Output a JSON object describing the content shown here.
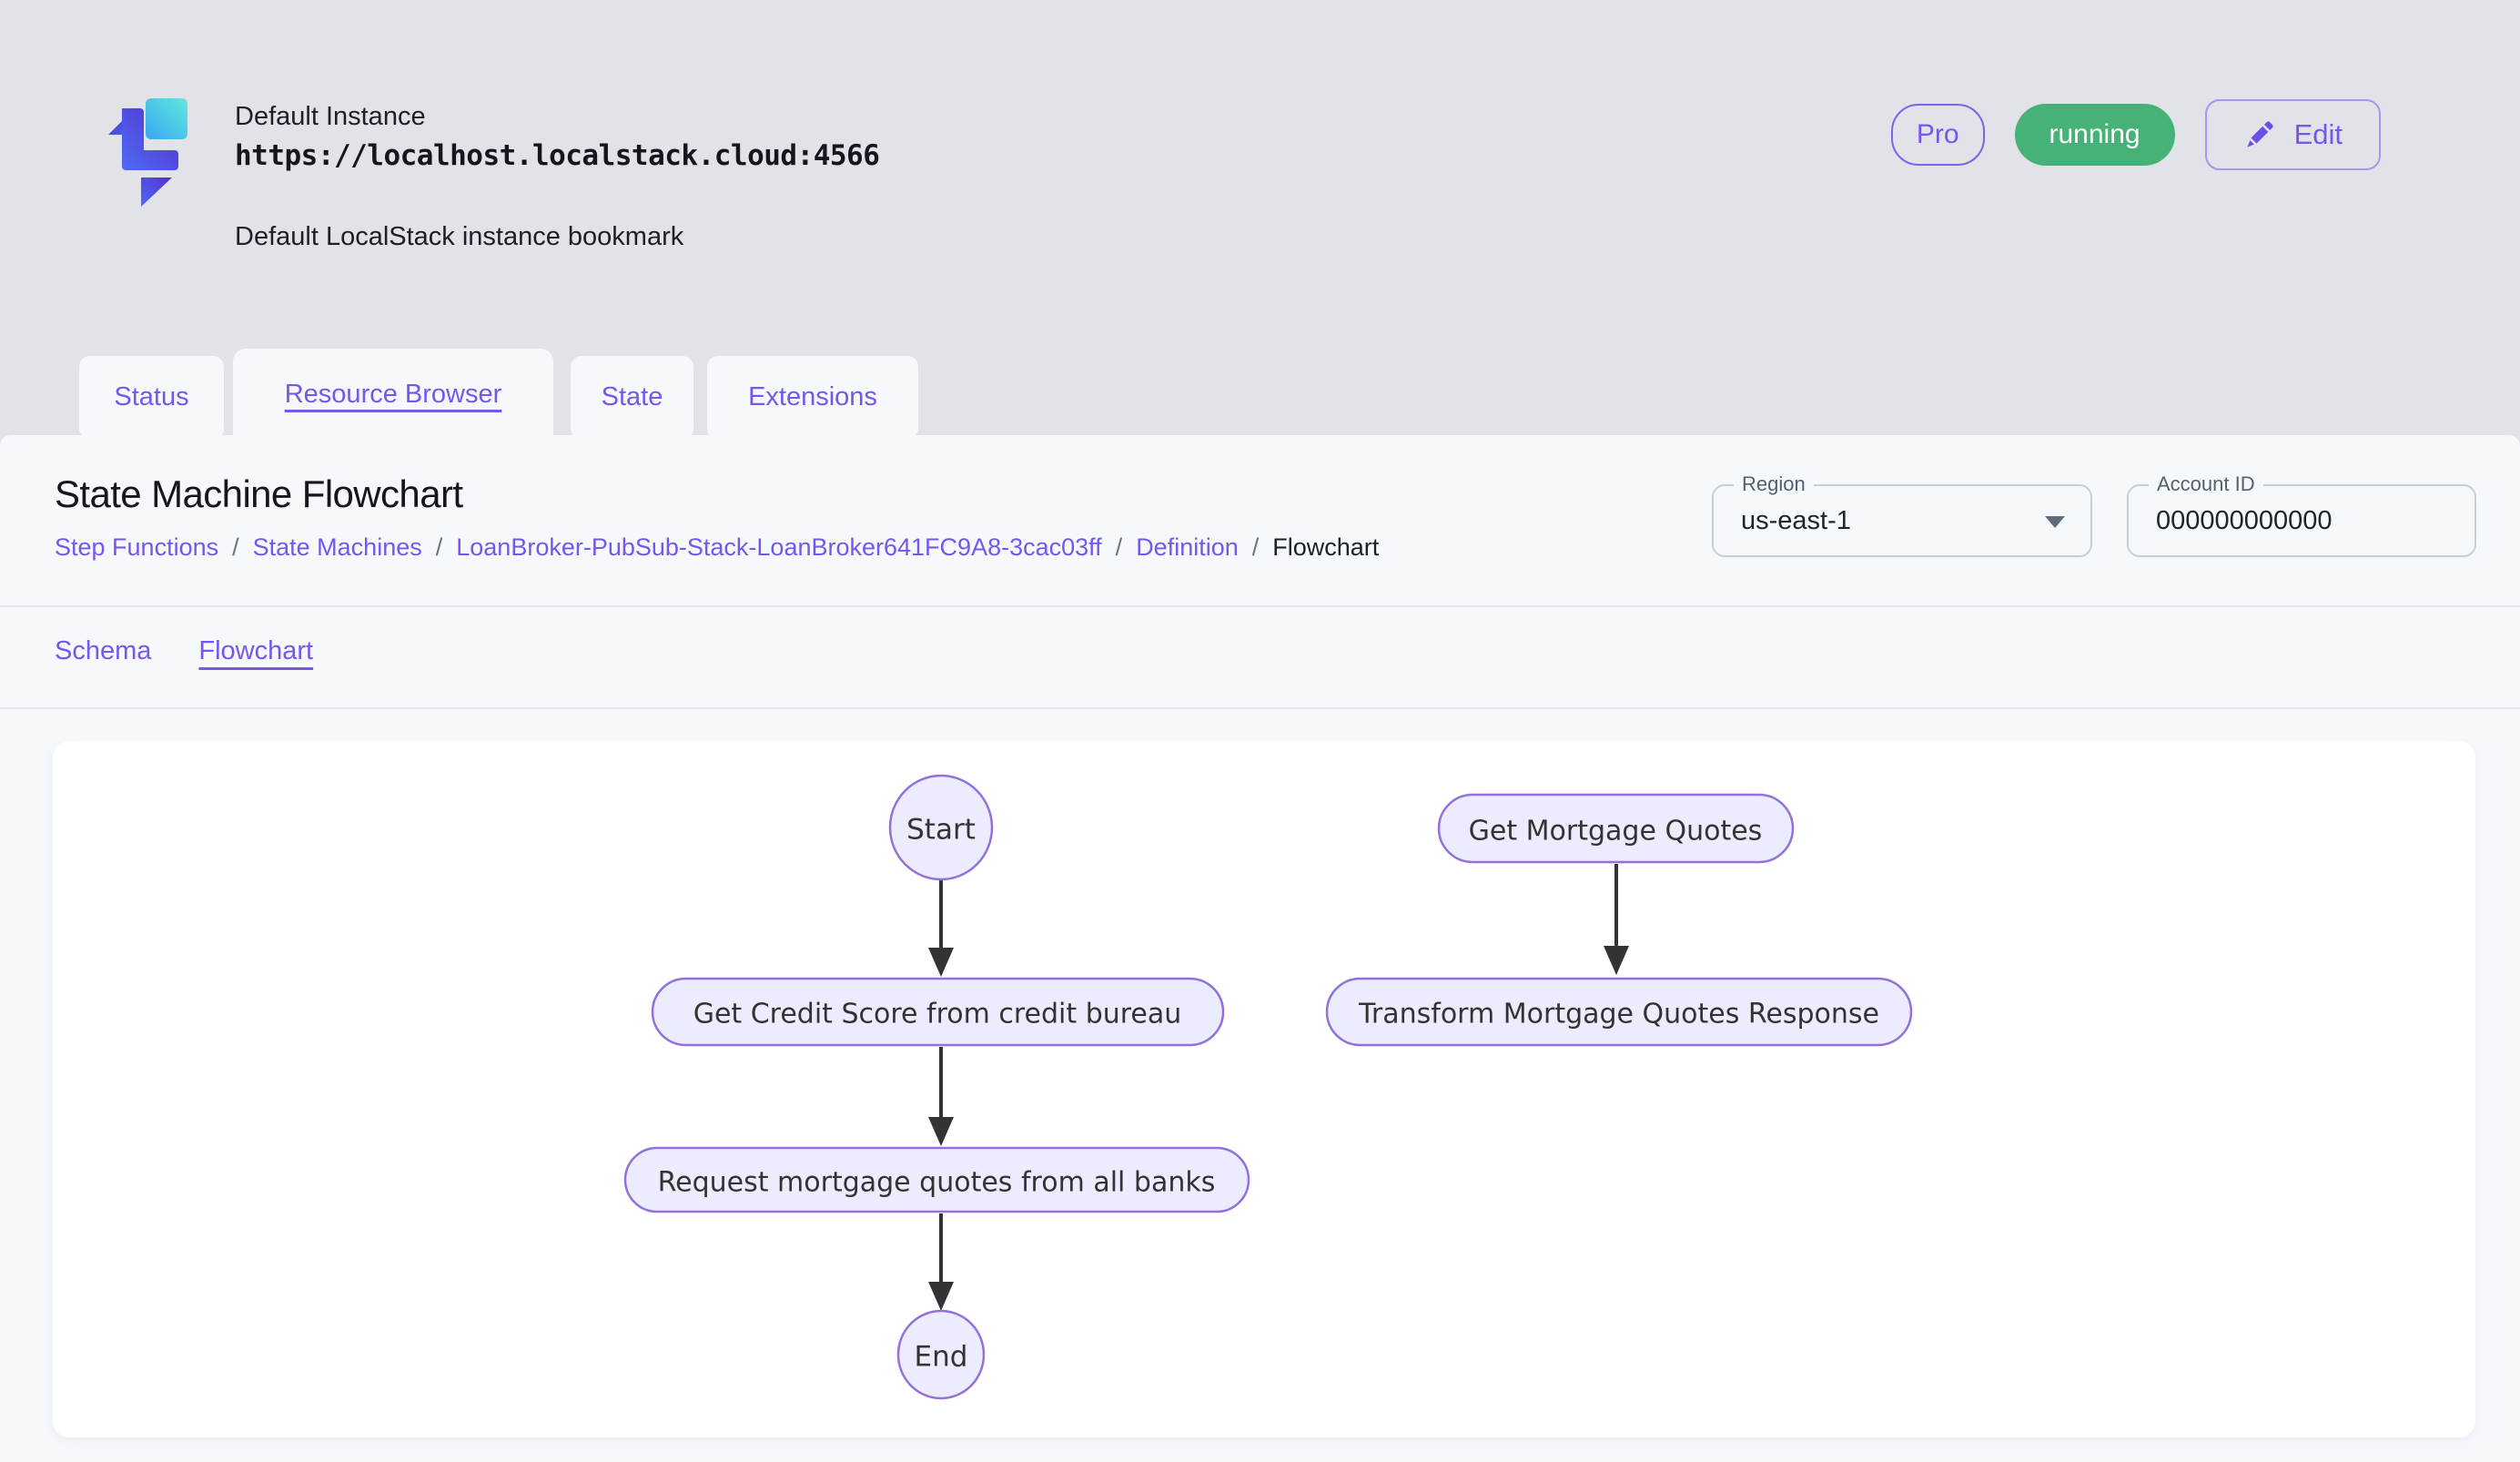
{
  "header": {
    "instance_name": "Default Instance",
    "instance_url": "https://localhost.localstack.cloud:4566",
    "instance_description": "Default LocalStack instance bookmark",
    "pro_badge": "Pro",
    "status_badge": "running",
    "edit_button": "Edit"
  },
  "tabs": [
    {
      "label": "Status",
      "active": false
    },
    {
      "label": "Resource Browser",
      "active": true
    },
    {
      "label": "State",
      "active": false
    },
    {
      "label": "Extensions",
      "active": false
    }
  ],
  "page": {
    "title": "State Machine Flowchart",
    "breadcrumb": [
      "Step Functions",
      "State Machines",
      "LoanBroker-PubSub-Stack-LoanBroker641FC9A8-3cac03ff",
      "Definition",
      "Flowchart"
    ],
    "breadcrumb_separator": "/",
    "region_field": {
      "label": "Region",
      "value": "us-east-1"
    },
    "account_field": {
      "label": "Account ID",
      "value": "000000000000"
    },
    "subtabs": [
      {
        "label": "Schema",
        "active": false
      },
      {
        "label": "Flowchart",
        "active": true
      }
    ]
  },
  "flowchart": {
    "nodes": {
      "start": "Start",
      "credit": "Get Credit Score from credit bureau",
      "request": "Request mortgage quotes from all banks",
      "end": "End",
      "quotes": "Get Mortgage Quotes",
      "transform": "Transform Mortgage Quotes Response"
    },
    "edges": [
      {
        "from": "Start",
        "to": "Get Credit Score from credit bureau"
      },
      {
        "from": "Get Credit Score from credit bureau",
        "to": "Request mortgage quotes from all banks"
      },
      {
        "from": "Request mortgage quotes from all banks",
        "to": "End"
      },
      {
        "from": "Get Mortgage Quotes",
        "to": "Transform Mortgage Quotes Response"
      }
    ]
  },
  "colors": {
    "accent_purple": "#7656ec",
    "status_green": "#47b277",
    "node_fill": "#ececff",
    "node_border": "#9370db",
    "page_background": "#e1e3e8",
    "panel_background": "#f6f9fc"
  }
}
